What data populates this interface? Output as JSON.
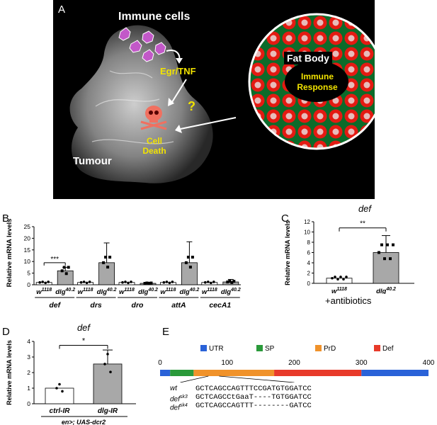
{
  "panelA": {
    "letter": "A",
    "immune_cells": "Immune cells",
    "egr_tnf": "Egr/TNF",
    "question": "?",
    "fat_body": "Fat Body",
    "immune_response_line1": "Immune",
    "immune_response_line2": "Response",
    "cell_death_line1": "Cell",
    "cell_death_line2": "Death",
    "tumour": "Tumour"
  },
  "chart_data": [
    {
      "panel": "B",
      "type": "bar",
      "ylabel": "Relative mRNA levels",
      "ylim": [
        0,
        25
      ],
      "yticks": [
        0,
        5,
        10,
        15,
        20,
        25
      ],
      "genes": [
        "def",
        "drs",
        "dro",
        "attA",
        "cecA1"
      ],
      "genotypes": [
        "w1118",
        "dlg40.2"
      ],
      "series": [
        {
          "genotype": "w1118",
          "values": [
            1,
            1,
            1,
            1,
            1
          ],
          "sd_upper": [
            1,
            1,
            1,
            1,
            1
          ]
        },
        {
          "genotype": "dlg40.2",
          "values": [
            6,
            9.5,
            0.6,
            9.5,
            1.2
          ],
          "sd_upper": [
            7.5,
            18,
            1.1,
            18.5,
            2.3
          ]
        }
      ],
      "significance": {
        "def": "***"
      }
    },
    {
      "panel": "C",
      "type": "bar",
      "title": "def",
      "ylabel": "Relative mRNA levels",
      "ylim": [
        0,
        12
      ],
      "yticks": [
        0,
        2,
        4,
        6,
        8,
        10,
        12
      ],
      "categories": [
        "w1118",
        "dlg40.2"
      ],
      "values": [
        1,
        6
      ],
      "sd_upper": [
        1,
        9.3
      ],
      "significance": "**",
      "condition": "+antibiotics"
    },
    {
      "panel": "D",
      "type": "bar",
      "title": "def",
      "ylabel": "Relative mRNA levels",
      "ylim": [
        0,
        4
      ],
      "yticks": [
        0,
        1,
        2,
        3,
        4
      ],
      "categories": [
        "ctrl-IR",
        "dlg-IR"
      ],
      "values": [
        1,
        2.55
      ],
      "sd_upper": [
        1,
        3.45
      ],
      "significance": "*",
      "driver": "en>; UAS-dcr2"
    },
    {
      "panel": "E",
      "type": "diagram",
      "legend": [
        "UTR",
        "SP",
        "PrD",
        "Def"
      ],
      "colors": {
        "UTR": "#2a62d8",
        "SP": "#2a9a3a",
        "PrD": "#f0922a",
        "Def": "#e83a2a"
      },
      "axis_ticks": [
        0,
        100,
        200,
        300,
        400
      ],
      "regions": [
        {
          "name": "UTR",
          "start": 0,
          "end": 15
        },
        {
          "name": "SP",
          "start": 15,
          "end": 50
        },
        {
          "name": "PrD",
          "start": 50,
          "end": 170
        },
        {
          "name": "Def",
          "start": 170,
          "end": 300
        },
        {
          "name": "UTR",
          "start": 300,
          "end": 400
        }
      ],
      "sequences": [
        {
          "label": "wt",
          "sup": "",
          "seq": "GCTCAGCCAGTTTCCGATGTGGATCC"
        },
        {
          "label": "def",
          "sup": "sk3",
          "seq": "GCTCAGCCtGaaT----TGTGGATCC"
        },
        {
          "label": "def",
          "sup": "sk4",
          "seq": "GCTCAGCCAGTTT--------GATCC"
        }
      ]
    }
  ],
  "labels": {
    "B": "B",
    "C": "C",
    "D": "D",
    "E": "E",
    "antibiotics": "+antibiotics",
    "driver": "en>; UAS-dcr2"
  }
}
